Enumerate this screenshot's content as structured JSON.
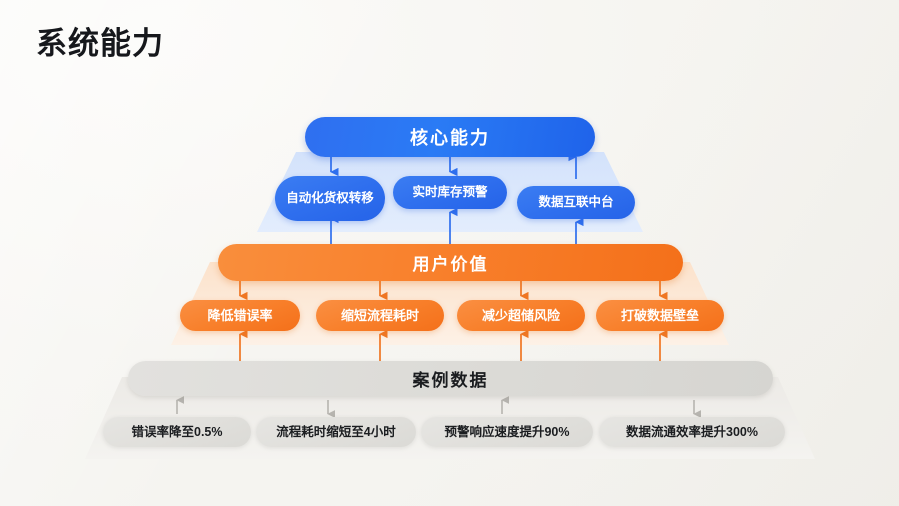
{
  "page": {
    "title": "系统能力",
    "background_color": "#f6f5f1"
  },
  "diagram": {
    "type": "pyramid",
    "tiers": [
      {
        "id": "core-capability",
        "header": "核心能力",
        "accent_color": "#2a72f0",
        "band_color": "#dce8fb",
        "items": [
          {
            "label": "自动化货权转移"
          },
          {
            "label": "实时库存预警"
          },
          {
            "label": "数据互联中台"
          }
        ]
      },
      {
        "id": "user-value",
        "header": "用户价值",
        "accent_color": "#f4781f",
        "band_color": "#fdeee1",
        "items": [
          {
            "label": "降低错误率"
          },
          {
            "label": "缩短流程耗时"
          },
          {
            "label": "减少超储风险"
          },
          {
            "label": "打破数据壁垒"
          }
        ]
      },
      {
        "id": "case-data",
        "header": "案例数据",
        "accent_color": "#b9b7b2",
        "band_color": "#f1f0ed",
        "items": [
          {
            "label": "错误率降至0.5%"
          },
          {
            "label": "流程耗时缩短至4小时"
          },
          {
            "label": "预警响应速度提升90%"
          },
          {
            "label": "数据流通效率提升300%"
          }
        ]
      }
    ]
  }
}
